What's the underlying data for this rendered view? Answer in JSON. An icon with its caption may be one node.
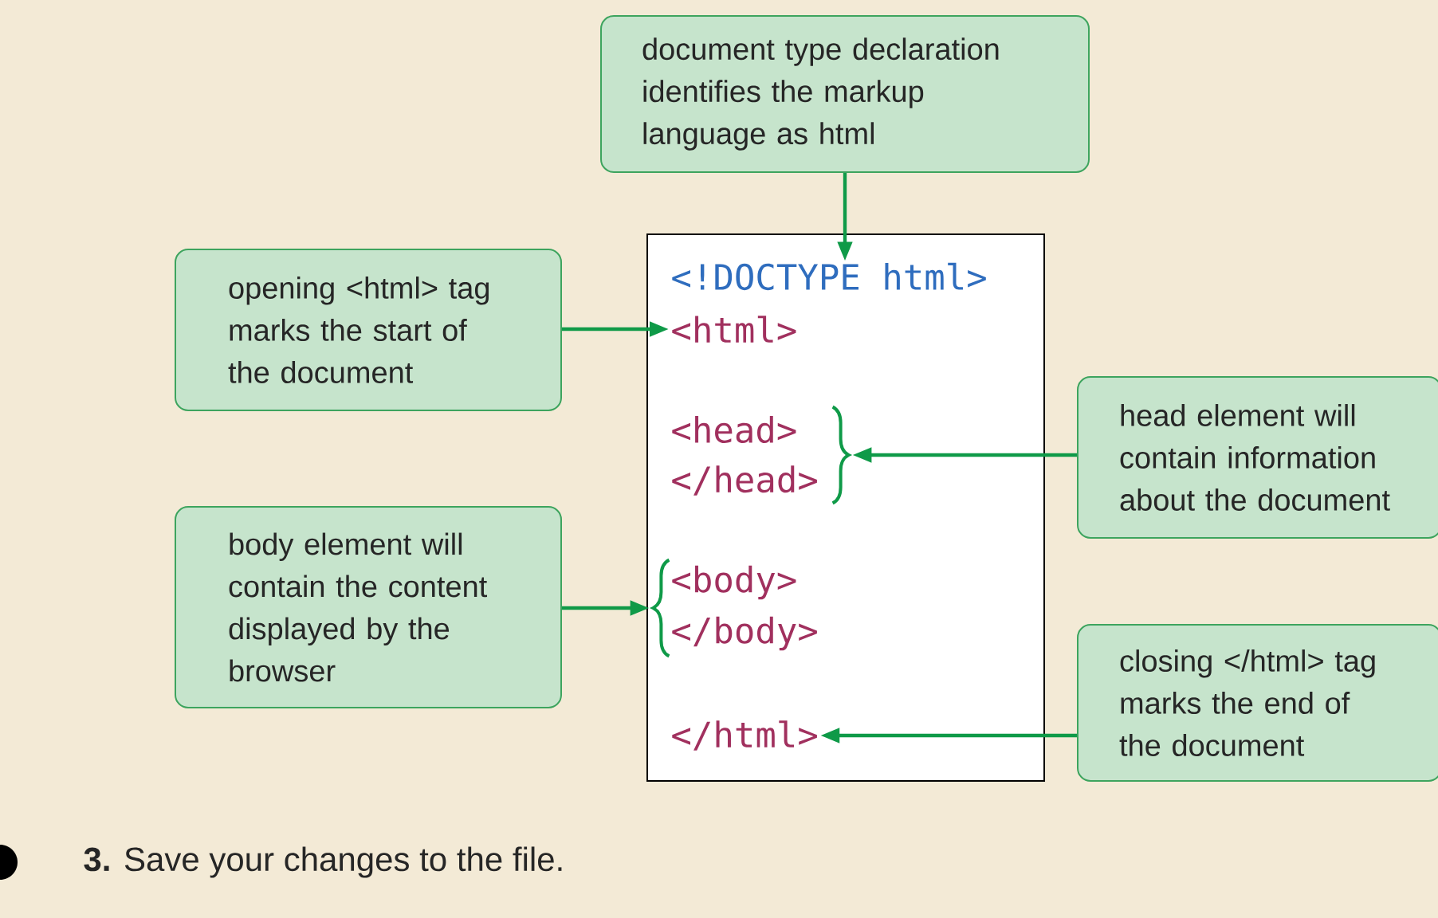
{
  "diagram": {
    "nodes": [
      {
        "text": [
          "document type declaration identifies the markup language as html"
        ]
      },
      {
        "text": [
          "opening <html> tag marks the start of the document"
        ]
      },
      {
        "text": [
          "head element will contain information about the document"
        ]
      },
      {
        "text": [
          "body element will contain the content displayed by the browser"
        ]
      },
      {
        "text": [
          "closing </html> tag marks the end of the document"
        ]
      },
      {
        "text": [],
        "shape": "box"
      },
      {
        "text": [
          "<!DOCTYPE html>"
        ],
        "in": 5
      },
      {
        "text": [
          "<html>"
        ],
        "in": 5
      },
      {
        "text": [
          "<head>"
        ],
        "in": 5
      },
      {
        "text": [
          "</head>"
        ],
        "in": 5
      },
      {
        "text": [
          "<body>"
        ],
        "in": 5
      },
      {
        "text": [
          "</body>"
        ],
        "in": 5
      },
      {
        "text": [
          "</html>"
        ],
        "in": 5
      },
      {
        "text": [],
        "shape": "brace",
        "in": 5
      },
      {
        "text": [],
        "shape": "brace",
        "in": 5
      }
    ],
    "edges": [
      {
        "from": 0,
        "to": 6,
        "arrow": "to"
      },
      {
        "from": 1,
        "to": 7,
        "arrow": "to"
      },
      {
        "from": 2,
        "to": 13,
        "arrow": "to"
      },
      {
        "from": 3,
        "to": 14,
        "arrow": "to"
      },
      {
        "from": 4,
        "to": 12,
        "arrow": "to"
      }
    ],
    "labels": [
      "**3.** Save your changes to the file."
    ]
  }
}
